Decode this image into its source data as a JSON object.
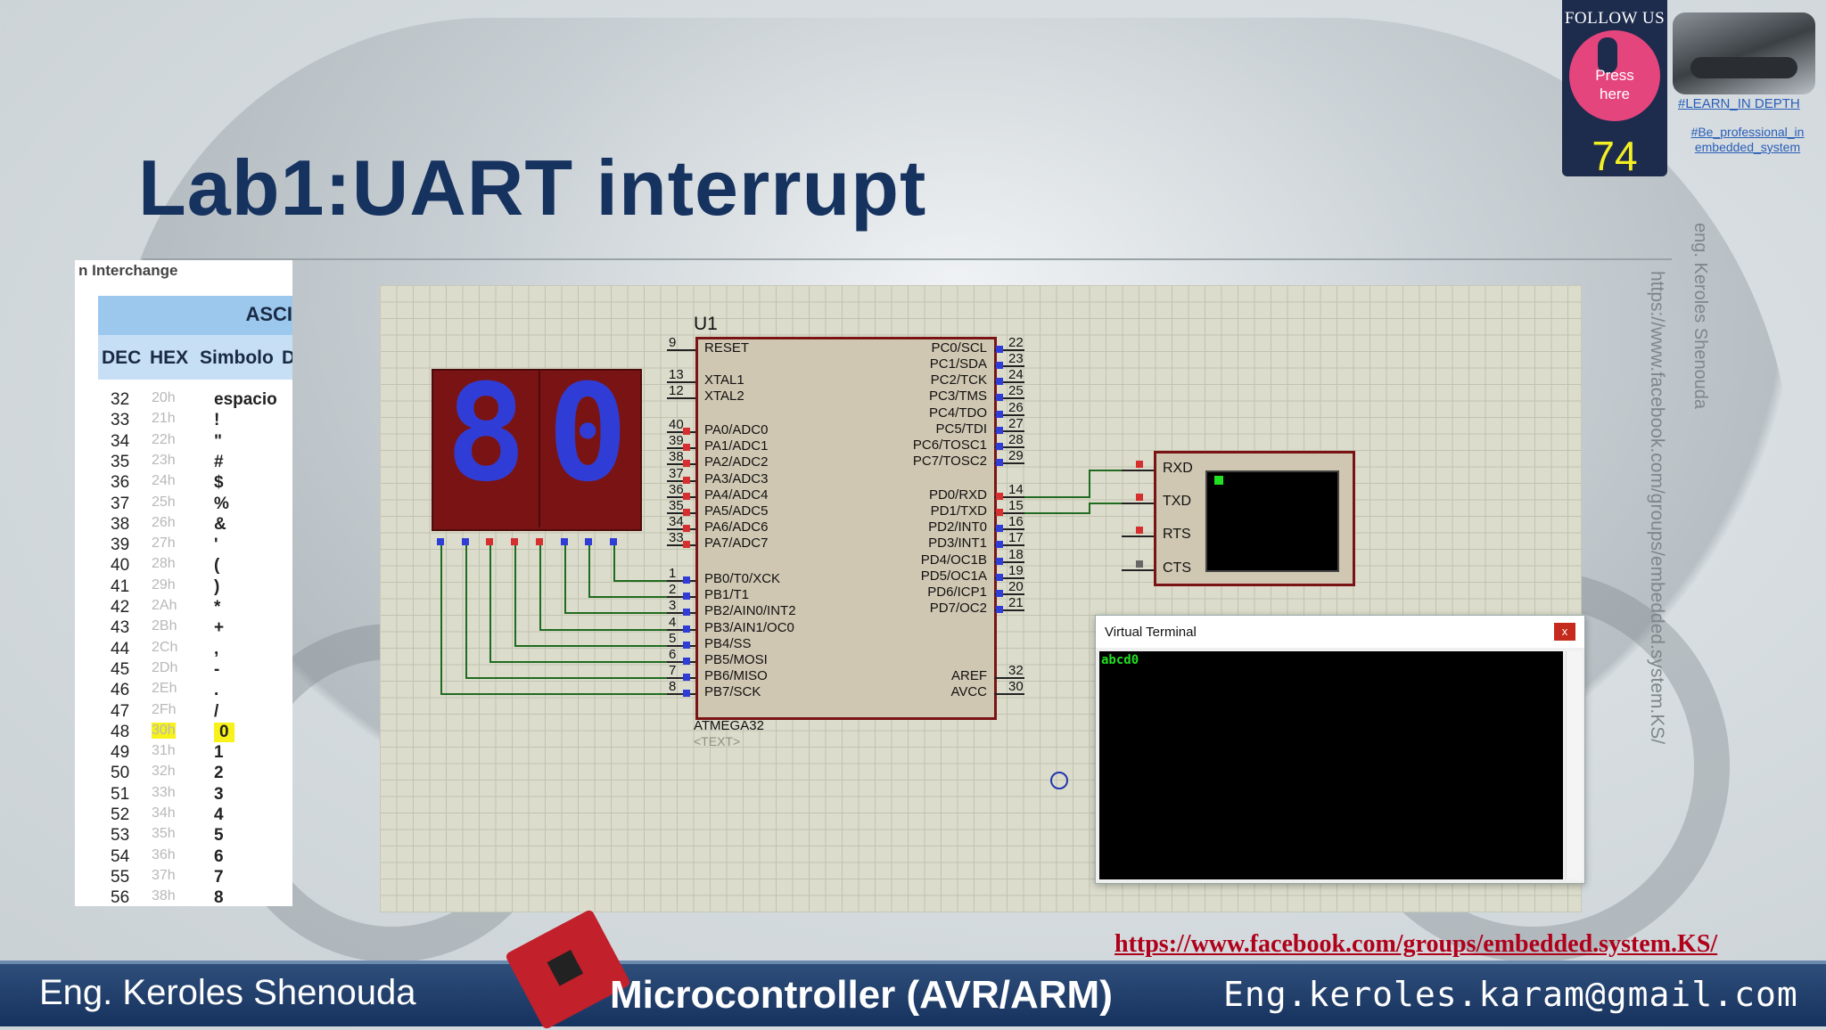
{
  "slide": {
    "title": "Lab1:UART interrupt",
    "side_text_1": "eng. Keroles Shenouda",
    "side_text_2": "https://www.facebook.com/groups/embedded.system.KS/"
  },
  "follow_us": {
    "header": "FOLLOW US",
    "press_line1": "Press",
    "press_line2": "here",
    "count": "74",
    "tag1": "#LEARN_IN DEPTH",
    "tag2": "#Be_professional_in embedded_system"
  },
  "ascii_table": {
    "caption": "n Interchange",
    "top_label": "ASCI",
    "headers": [
      "DEC",
      "HEX",
      "Simbolo",
      "D"
    ],
    "rows": [
      {
        "dec": "32",
        "hex": "20h",
        "sym": "espacio"
      },
      {
        "dec": "33",
        "hex": "21h",
        "sym": "!"
      },
      {
        "dec": "34",
        "hex": "22h",
        "sym": "\""
      },
      {
        "dec": "35",
        "hex": "23h",
        "sym": "#"
      },
      {
        "dec": "36",
        "hex": "24h",
        "sym": "$"
      },
      {
        "dec": "37",
        "hex": "25h",
        "sym": "%"
      },
      {
        "dec": "38",
        "hex": "26h",
        "sym": "&"
      },
      {
        "dec": "39",
        "hex": "27h",
        "sym": "'"
      },
      {
        "dec": "40",
        "hex": "28h",
        "sym": "("
      },
      {
        "dec": "41",
        "hex": "29h",
        "sym": ")"
      },
      {
        "dec": "42",
        "hex": "2Ah",
        "sym": "*"
      },
      {
        "dec": "43",
        "hex": "2Bh",
        "sym": "+"
      },
      {
        "dec": "44",
        "hex": "2Ch",
        "sym": ","
      },
      {
        "dec": "45",
        "hex": "2Dh",
        "sym": "-"
      },
      {
        "dec": "46",
        "hex": "2Eh",
        "sym": "."
      },
      {
        "dec": "47",
        "hex": "2Fh",
        "sym": "/"
      },
      {
        "dec": "48",
        "hex": "30h",
        "sym": "0",
        "highlight": true
      },
      {
        "dec": "49",
        "hex": "31h",
        "sym": "1"
      },
      {
        "dec": "50",
        "hex": "32h",
        "sym": "2"
      },
      {
        "dec": "51",
        "hex": "33h",
        "sym": "3"
      },
      {
        "dec": "52",
        "hex": "34h",
        "sym": "4"
      },
      {
        "dec": "53",
        "hex": "35h",
        "sym": "5"
      },
      {
        "dec": "54",
        "hex": "36h",
        "sym": "6"
      },
      {
        "dec": "55",
        "hex": "37h",
        "sym": "7"
      },
      {
        "dec": "56",
        "hex": "38h",
        "sym": "8"
      }
    ]
  },
  "schematic": {
    "display_digits": [
      "8",
      "0"
    ],
    "chip": {
      "ref": "U1",
      "part": "ATMEGA32",
      "text_tag": "<TEXT>",
      "left_pins": [
        {
          "num": "9",
          "name": "RESET"
        },
        {
          "num": "13",
          "name": "XTAL1"
        },
        {
          "num": "12",
          "name": "XTAL2"
        },
        {
          "num": "40",
          "name": "PA0/ADC0"
        },
        {
          "num": "39",
          "name": "PA1/ADC1"
        },
        {
          "num": "38",
          "name": "PA2/ADC2"
        },
        {
          "num": "37",
          "name": "PA3/ADC3"
        },
        {
          "num": "36",
          "name": "PA4/ADC4"
        },
        {
          "num": "35",
          "name": "PA5/ADC5"
        },
        {
          "num": "34",
          "name": "PA6/ADC6"
        },
        {
          "num": "33",
          "name": "PA7/ADC7"
        },
        {
          "num": "1",
          "name": "PB0/T0/XCK"
        },
        {
          "num": "2",
          "name": "PB1/T1"
        },
        {
          "num": "3",
          "name": "PB2/AIN0/INT2"
        },
        {
          "num": "4",
          "name": "PB3/AIN1/OC0"
        },
        {
          "num": "5",
          "name": "PB4/SS"
        },
        {
          "num": "6",
          "name": "PB5/MOSI"
        },
        {
          "num": "7",
          "name": "PB6/MISO"
        },
        {
          "num": "8",
          "name": "PB7/SCK"
        }
      ],
      "right_pins": [
        {
          "num": "22",
          "name": "PC0/SCL"
        },
        {
          "num": "23",
          "name": "PC1/SDA"
        },
        {
          "num": "24",
          "name": "PC2/TCK"
        },
        {
          "num": "25",
          "name": "PC3/TMS"
        },
        {
          "num": "26",
          "name": "PC4/TDO"
        },
        {
          "num": "27",
          "name": "PC5/TDI"
        },
        {
          "num": "28",
          "name": "PC6/TOSC1"
        },
        {
          "num": "29",
          "name": "PC7/TOSC2"
        },
        {
          "num": "14",
          "name": "PD0/RXD"
        },
        {
          "num": "15",
          "name": "PD1/TXD"
        },
        {
          "num": "16",
          "name": "PD2/INT0"
        },
        {
          "num": "17",
          "name": "PD3/INT1"
        },
        {
          "num": "18",
          "name": "PD4/OC1B"
        },
        {
          "num": "19",
          "name": "PD5/OC1A"
        },
        {
          "num": "20",
          "name": "PD6/ICP1"
        },
        {
          "num": "21",
          "name": "PD7/OC2"
        },
        {
          "num": "32",
          "name": "AREF"
        },
        {
          "num": "30",
          "name": "AVCC"
        }
      ]
    },
    "terminal_pins": [
      "RXD",
      "TXD",
      "RTS",
      "CTS"
    ]
  },
  "virtual_terminal": {
    "title": "Virtual Terminal",
    "close_label": "x",
    "output": "abcd0"
  },
  "footer": {
    "url": "https://www.facebook.com/groups/embedded.system.KS/",
    "name": "Eng. Keroles Shenouda",
    "course": "Microcontroller (AVR/ARM)",
    "email": "Eng.keroles.karam@gmail.com"
  },
  "colors": {
    "title": "#16325f",
    "chip_border": "#7a1414",
    "wire": "#1f6b1f",
    "segment": "#2f3dd6",
    "terminal_text": "#21e021",
    "highlight": "#f7f21a"
  }
}
